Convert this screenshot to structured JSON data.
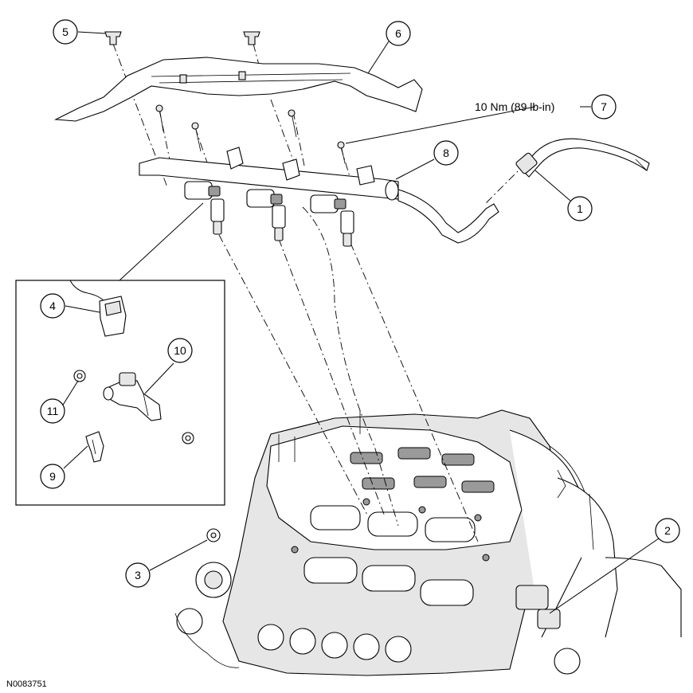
{
  "callouts": {
    "c1": "1",
    "c2": "2",
    "c3": "3",
    "c4": "4",
    "c5": "5",
    "c6": "6",
    "c7": "7",
    "c8": "8",
    "c9": "9",
    "c10": "10",
    "c11": "11"
  },
  "torque_spec": "10 Nm (89 lb-in)",
  "figure_id": "N0083751"
}
